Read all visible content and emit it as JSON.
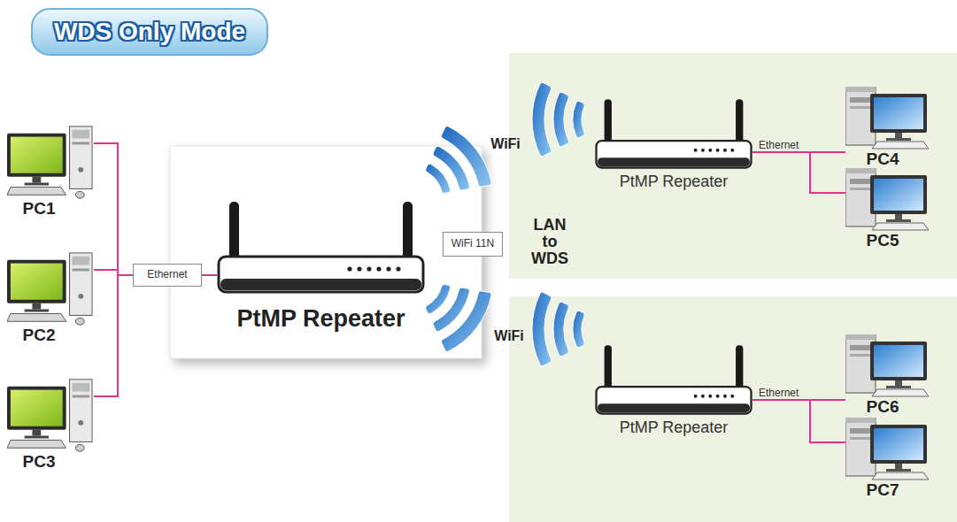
{
  "diagram": {
    "title": "WDS Only Mode",
    "nodes": [
      {
        "text": [
          "PC1"
        ]
      },
      {
        "text": [
          "PC2"
        ]
      },
      {
        "text": [
          "PC3"
        ]
      },
      {
        "text": [
          "Ethernet"
        ]
      },
      {
        "text": [
          "PtMP Repeater"
        ]
      },
      {
        "text": [
          "WiFi 11N"
        ]
      },
      {
        "text": [
          "PtMP Repeater"
        ]
      },
      {
        "text": [
          "PC4"
        ]
      },
      {
        "text": [
          "PC5"
        ]
      },
      {
        "text": [
          "PtMP Repeater"
        ]
      },
      {
        "text": [
          "PC6"
        ]
      },
      {
        "text": [
          "PC7"
        ]
      }
    ],
    "edges": [
      {
        "from": 0,
        "to": 3,
        "arrow": "none"
      },
      {
        "from": 1,
        "to": 3,
        "arrow": "none"
      },
      {
        "from": 2,
        "to": 3,
        "arrow": "none"
      },
      {
        "from": 3,
        "to": 4,
        "arrow": "none"
      },
      {
        "from": 6,
        "to": 7,
        "label": "Ethernet",
        "arrow": "none"
      },
      {
        "from": 6,
        "to": 8,
        "arrow": "none"
      },
      {
        "from": 9,
        "to": 10,
        "label": "Ethernet",
        "arrow": "none"
      },
      {
        "from": 9,
        "to": 11,
        "arrow": "none"
      }
    ],
    "labels": [
      "WiFi",
      "LAN to WDS",
      "WiFi"
    ]
  }
}
